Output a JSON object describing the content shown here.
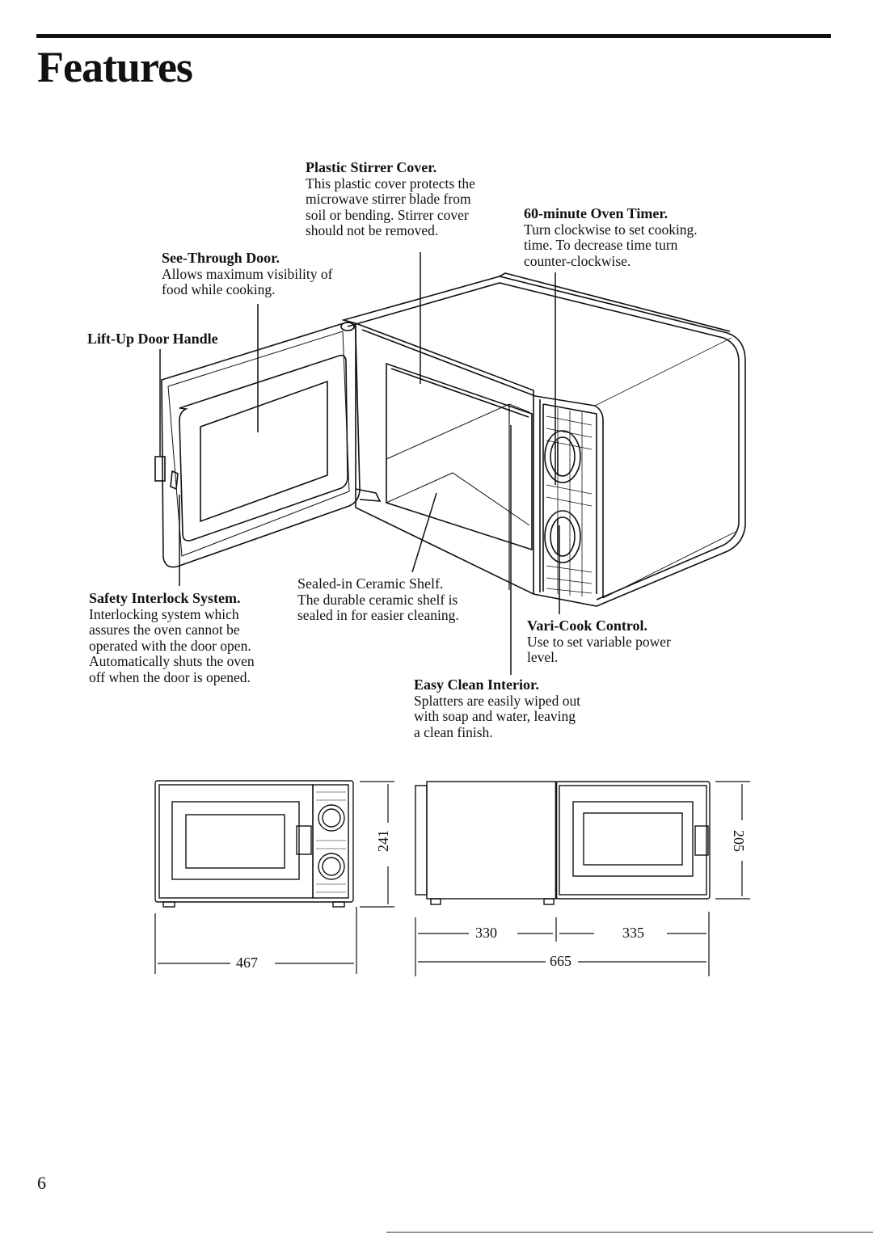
{
  "page": {
    "title": "Features",
    "page_number": "6"
  },
  "callouts": {
    "stirrer": {
      "heading": "Plastic Stirrer Cover.",
      "lines": [
        "This plastic cover protects the",
        "microwave stirrer blade from",
        "soil or bending. Stirrer cover",
        "should not be removed."
      ]
    },
    "timer": {
      "heading": "60-minute Oven Timer.",
      "lines": [
        "Turn clockwise to set cooking.",
        "time. To decrease time turn",
        "counter-clockwise."
      ]
    },
    "door": {
      "heading": "See-Through Door.",
      "lines": [
        "Allows maximum visibility of",
        "food while cooking."
      ]
    },
    "handle": {
      "heading": "Lift-Up Door Handle",
      "lines": []
    },
    "shelf": {
      "heading": "Sealed-in Ceramic Shelf.",
      "lines": [
        "The durable ceramic shelf is",
        "sealed in for easier cleaning."
      ]
    },
    "interlock": {
      "heading": "Safety Interlock System.",
      "lines": [
        "Interlocking system which",
        "assures the oven cannot be",
        "operated with the door open.",
        "Automatically shuts the oven",
        "off when the door is opened."
      ]
    },
    "varicook": {
      "heading": "Vari-Cook Control.",
      "lines": [
        "Use to set variable power",
        "level."
      ]
    },
    "interior": {
      "heading": "Easy Clean Interior.",
      "lines": [
        "Splatters are easily wiped out",
        "with soap and water, leaving",
        "a clean finish."
      ]
    }
  },
  "dimensions": {
    "front_width": "467",
    "front_height": "241",
    "side_depth_body": "330",
    "side_depth_door": "335",
    "total_depth": "665",
    "side_height": "205"
  }
}
